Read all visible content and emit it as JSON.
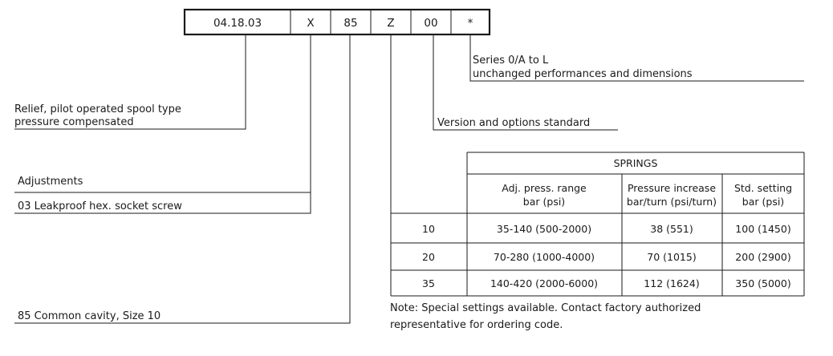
{
  "code_segments": [
    "04.18.03",
    "X",
    "85",
    "Z",
    "00",
    "*"
  ],
  "labels": {
    "series_line1": "Series 0/A to L",
    "series_line2": "unchanged performances and dimensions",
    "relief_line1": "Relief, pilot operated spool type",
    "relief_line2": "pressure compensated",
    "version": "Version and options standard",
    "adjustments": "Adjustments",
    "adjustment_option": "03 Leakproof hex. socket screw",
    "cavity": "85 Common cavity, Size 10"
  },
  "springs_table": {
    "title": "SPRINGS",
    "headers": [
      [
        "Adj. press. range",
        "bar (psi)"
      ],
      [
        "Pressure increase",
        "bar/turn (psi/turn)"
      ],
      [
        "Std. setting",
        "bar (psi)"
      ]
    ],
    "rows": [
      {
        "code": "10",
        "range": "35-140 (500-2000)",
        "increase": "38 (551)",
        "setting": "100 (1450)"
      },
      {
        "code": "20",
        "range": "70-280 (1000-4000)",
        "increase": "70 (1015)",
        "setting": "200 (2900)"
      },
      {
        "code": "35",
        "range": "140-420 (2000-6000)",
        "increase": "112 (1624)",
        "setting": "350 (5000)"
      }
    ]
  },
  "note": {
    "line1": "Note: Special settings available. Contact factory authorized",
    "line2": "representative for ordering code."
  }
}
